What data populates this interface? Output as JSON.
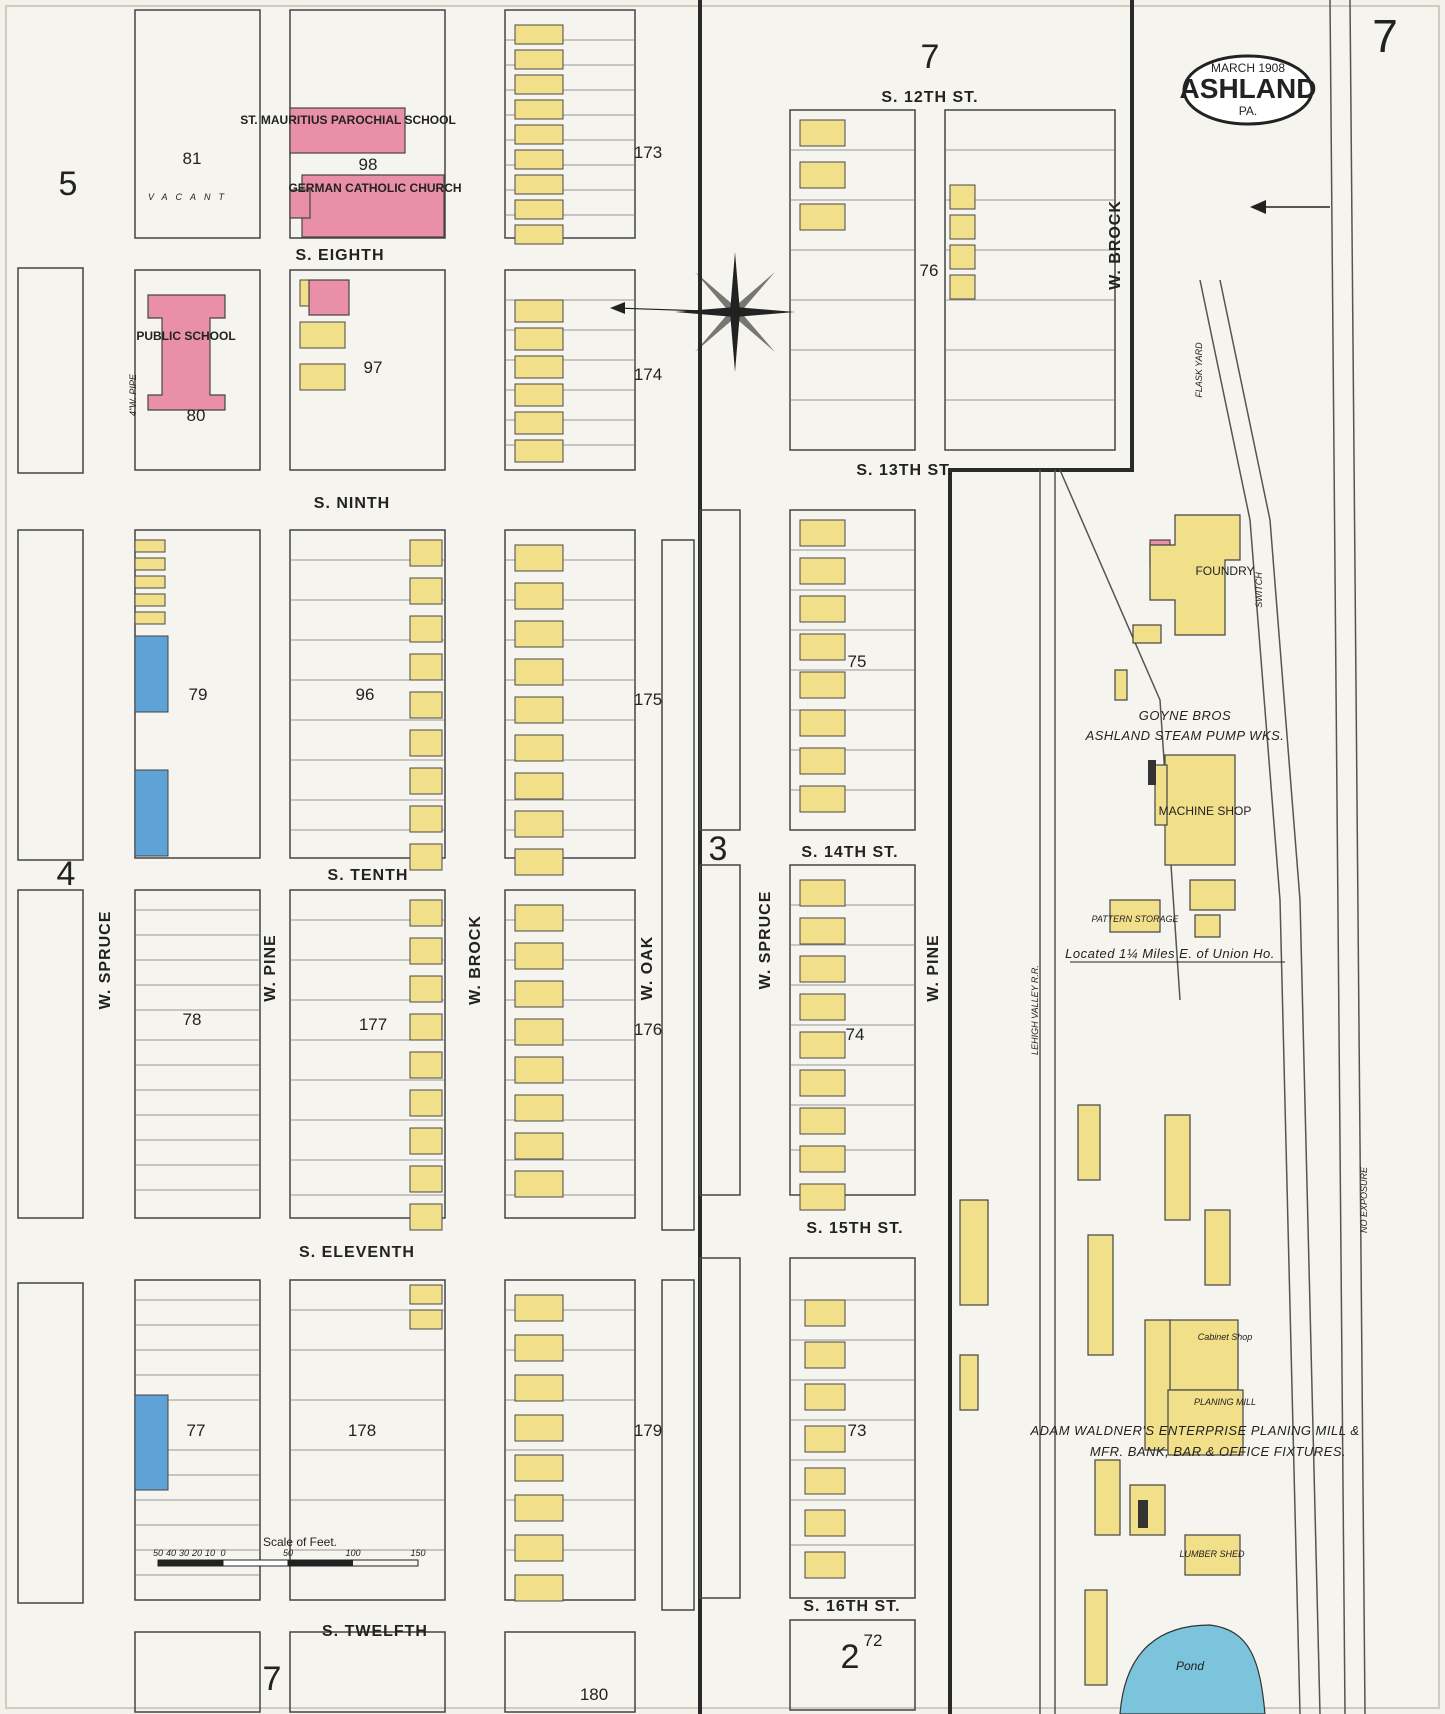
{
  "title_box": {
    "date": "MARCH 1908",
    "city": "ASHLAND",
    "state": "PA."
  },
  "sheet_number": "7",
  "adjoining_sheets": {
    "left_top": "5",
    "left_mid": "4",
    "center_mid": "3",
    "bottom_left": "7",
    "bottom_center": "2",
    "top_center": "7"
  },
  "streets": {
    "s_eighth": "S. EIGHTH",
    "s_ninth": "S. NINTH",
    "s_tenth": "S. TENTH",
    "s_eleventh": "S. ELEVENTH",
    "s_twelfth": "S. TWELFTH",
    "s_12th": "S. 12TH ST.",
    "s_13th": "S. 13TH ST.",
    "s_14th": "S. 14TH ST.",
    "s_15th": "S. 15TH ST.",
    "s_16th": "S. 16TH ST.",
    "w_spruce_left": "W. SPRUCE",
    "w_pine_left": "W. PINE",
    "w_brock_left": "W. BROCK",
    "w_oak": "W. OAK",
    "w_spruce_right": "W. SPRUCE",
    "w_pine_right": "W. PINE",
    "w_brock_right": "W. BROCK"
  },
  "blocks": [
    "81",
    "98",
    "173",
    "80",
    "97",
    "174",
    "79",
    "96",
    "175",
    "78",
    "177",
    "176",
    "77",
    "178",
    "179",
    "180",
    "76",
    "75",
    "74",
    "73",
    "72"
  ],
  "buildings": {
    "st_mauritius": "ST. MAURITIUS PAROCHIAL SCHOOL",
    "german_catholic": "GERMAN CATHOLIC CHURCH",
    "public_school": "PUBLIC SCHOOL",
    "foundry": "FOUNDRY",
    "machine_shop": "MACHINE SHOP",
    "pattern_storage": "PATTERN STORAGE",
    "planing_mill": "PLANING MILL",
    "cabinet_shop": "Cabinet Shop",
    "lumber_shed": "LUMBER SHED"
  },
  "firms": {
    "goyne_1": "GOYNE BROS",
    "goyne_2": "ASHLAND STEAM PUMP WKS.",
    "goyne_location": "Located 1¼ Miles E. of Union Ho.",
    "waldner_1": "ADAM WALDNER'S ENTERPRISE PLANING MILL &",
    "waldner_2": "MFR. BANK, BAR & OFFICE FIXTURES."
  },
  "misc_labels": {
    "vacant": "VACANT",
    "pipe": "4\"W. PIPE",
    "flask_yard": "FLASK YARD",
    "lehigh_valley": "LEHIGH VALLEY R.R.",
    "switch": "SWITCH",
    "no_exposure": "NO EXPOSURE",
    "pond": "Pond",
    "scale": "Scale of Feet.",
    "scale_ticks": [
      "50",
      "40",
      "30",
      "20",
      "10",
      "0",
      "50",
      "100",
      "150"
    ]
  },
  "colors": {
    "paper": "#f3f1ea",
    "frame_dwelling": "#f2df8a",
    "brick": "#e98fa8",
    "stone": "#5fa2d6",
    "ink": "#2a2a2a"
  }
}
